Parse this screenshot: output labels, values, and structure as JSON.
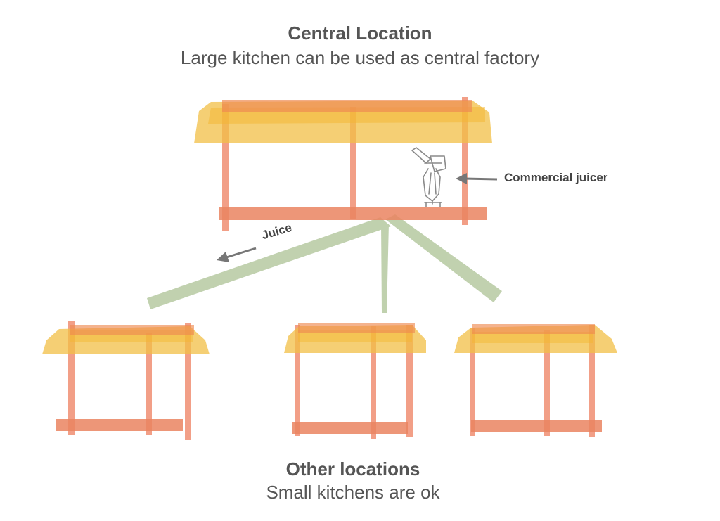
{
  "central": {
    "title": "Central Location",
    "subtitle": "Large kitchen can be used as central factory"
  },
  "others": {
    "title": "Other locations",
    "subtitle": "Small kitchens are ok"
  },
  "annotations": {
    "juicer": "Commercial juicer",
    "juice": "Juice"
  },
  "colors": {
    "roof": "#f2bf45",
    "roof_edge": "#ee8a52",
    "post": "#ee7f5f",
    "floor": "#ea8460",
    "flow": "#b6c9a1",
    "arrow": "#777777",
    "text": "#555555"
  },
  "icons": [
    "commercial-juicer-icon"
  ]
}
